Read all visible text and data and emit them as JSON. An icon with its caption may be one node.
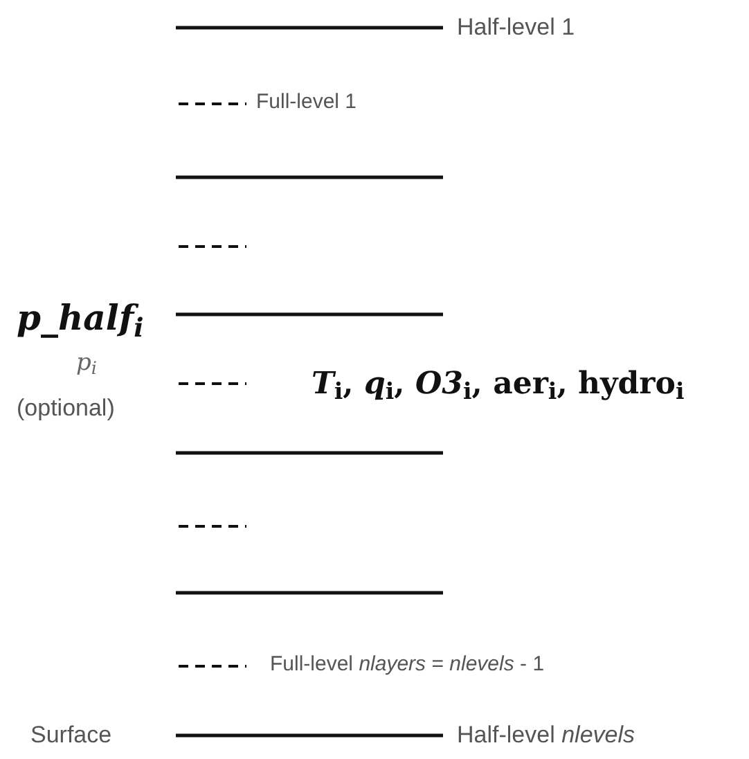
{
  "diagram": {
    "labels": [
      "Half-level 1",
      "Full-level 1",
      "p_half$_{i}$",
      "p$_{i}$",
      "(optional)",
      "*T*$_{i}$, *q*$_{i}$, *O3*$_{i}$, aer$_{i}$, hydro$_{i}$",
      "Full-level *nlayers* = *nlevels* - 1",
      "Surface",
      "Half-level *nlevels*"
    ]
  }
}
